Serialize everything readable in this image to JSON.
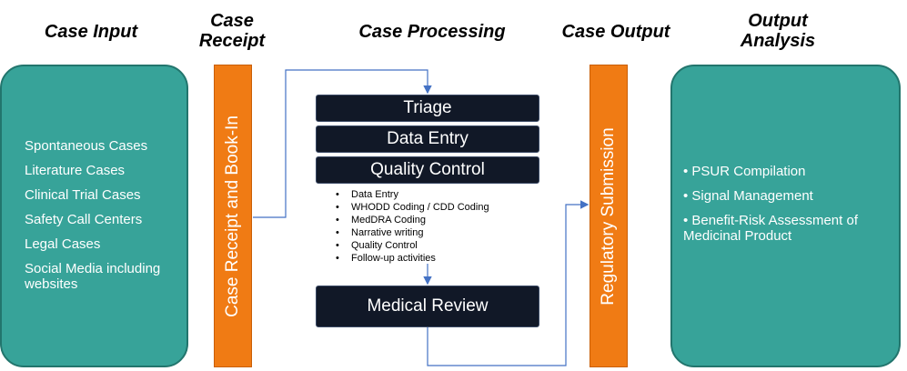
{
  "headings": {
    "case_input": "Case Input",
    "case_receipt": [
      "Case",
      "Receipt"
    ],
    "case_processing": "Case Processing",
    "case_output": "Case Output",
    "output_analysis": [
      "Output",
      "Analysis"
    ]
  },
  "input_sources": [
    "Spontaneous Cases",
    "Literature Cases",
    "Clinical Trial Cases",
    "Safety Call Centers",
    "Legal Cases",
    "Social Media including websites"
  ],
  "receipt_bar": "Case Receipt and Book-In",
  "processing_steps": {
    "triage": "Triage",
    "data_entry": "Data Entry",
    "quality_control": "Quality Control",
    "medical_review": "Medical Review"
  },
  "processing_activities": [
    "Data Entry",
    "WHODD Coding / CDD Coding",
    "MedDRA Coding",
    "Narrative writing",
    "Quality Control",
    "Follow-up activities"
  ],
  "output_bar": "Regulatory Submission",
  "analysis_items": [
    "• PSUR Compilation",
    "• Signal Management",
    "• Benefit-Risk Assessment of Medicinal Product"
  ],
  "colors": {
    "teal": "#37a399",
    "orange": "#f07b14",
    "dark_box": "#111827",
    "connector": "#4472c4"
  }
}
